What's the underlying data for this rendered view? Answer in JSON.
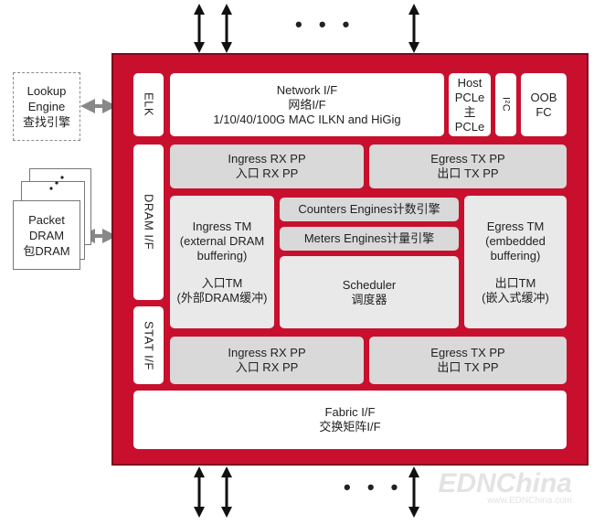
{
  "lookup_engine": [
    "Lookup",
    "Engine",
    "查找引擎"
  ],
  "packet_dram": [
    "Packet",
    "DRAM",
    "包DRAM"
  ],
  "top_dots": "• • •",
  "bottom_dots": "• • •",
  "elk": "ELK",
  "network_if": [
    "Network I/F",
    "网络I/F",
    "1/10/40/100G MAC ILKN and HiGig"
  ],
  "host_pcle": [
    "Host",
    "PCLe",
    "主",
    "PCLe"
  ],
  "i2c": "I²C",
  "oob_fc": [
    "OOB",
    "FC"
  ],
  "dram_if": "DRAM I/F",
  "stat_if": "STAT I/F",
  "ingress_rx_pp_top": [
    "Ingress RX PP",
    "入口 RX PP"
  ],
  "egress_tx_pp_top": [
    "Egress TX PP",
    "出口 TX PP"
  ],
  "ingress_tm": [
    "Ingress TM",
    "(external DRAM",
    "buffering)",
    "",
    "入口TM",
    "(外部DRAM缓冲)"
  ],
  "counters_engines": "Counters Engines计数引擎",
  "meters_engines": "Meters Engines计量引擎",
  "scheduler": [
    "Scheduler",
    "调度器"
  ],
  "egress_tm": [
    "Egress TM",
    "(embedded",
    "buffering)",
    "",
    "出口TM",
    "(嵌入式缓冲)"
  ],
  "ingress_rx_pp_bottom": [
    "Ingress RX PP",
    "入口 RX PP"
  ],
  "egress_tx_pp_bottom": [
    "Egress TX PP",
    "出口 TX PP"
  ],
  "fabric_if": [
    "Fabric I/F",
    "交换矩阵I/F"
  ],
  "watermark": [
    "EDNChina",
    "www.EDNChina.com"
  ],
  "colors": {
    "chip": "#c8102e",
    "block_grey": "#d9d9d9",
    "block_light": "#e9e9e9",
    "arrow": "#111111"
  }
}
